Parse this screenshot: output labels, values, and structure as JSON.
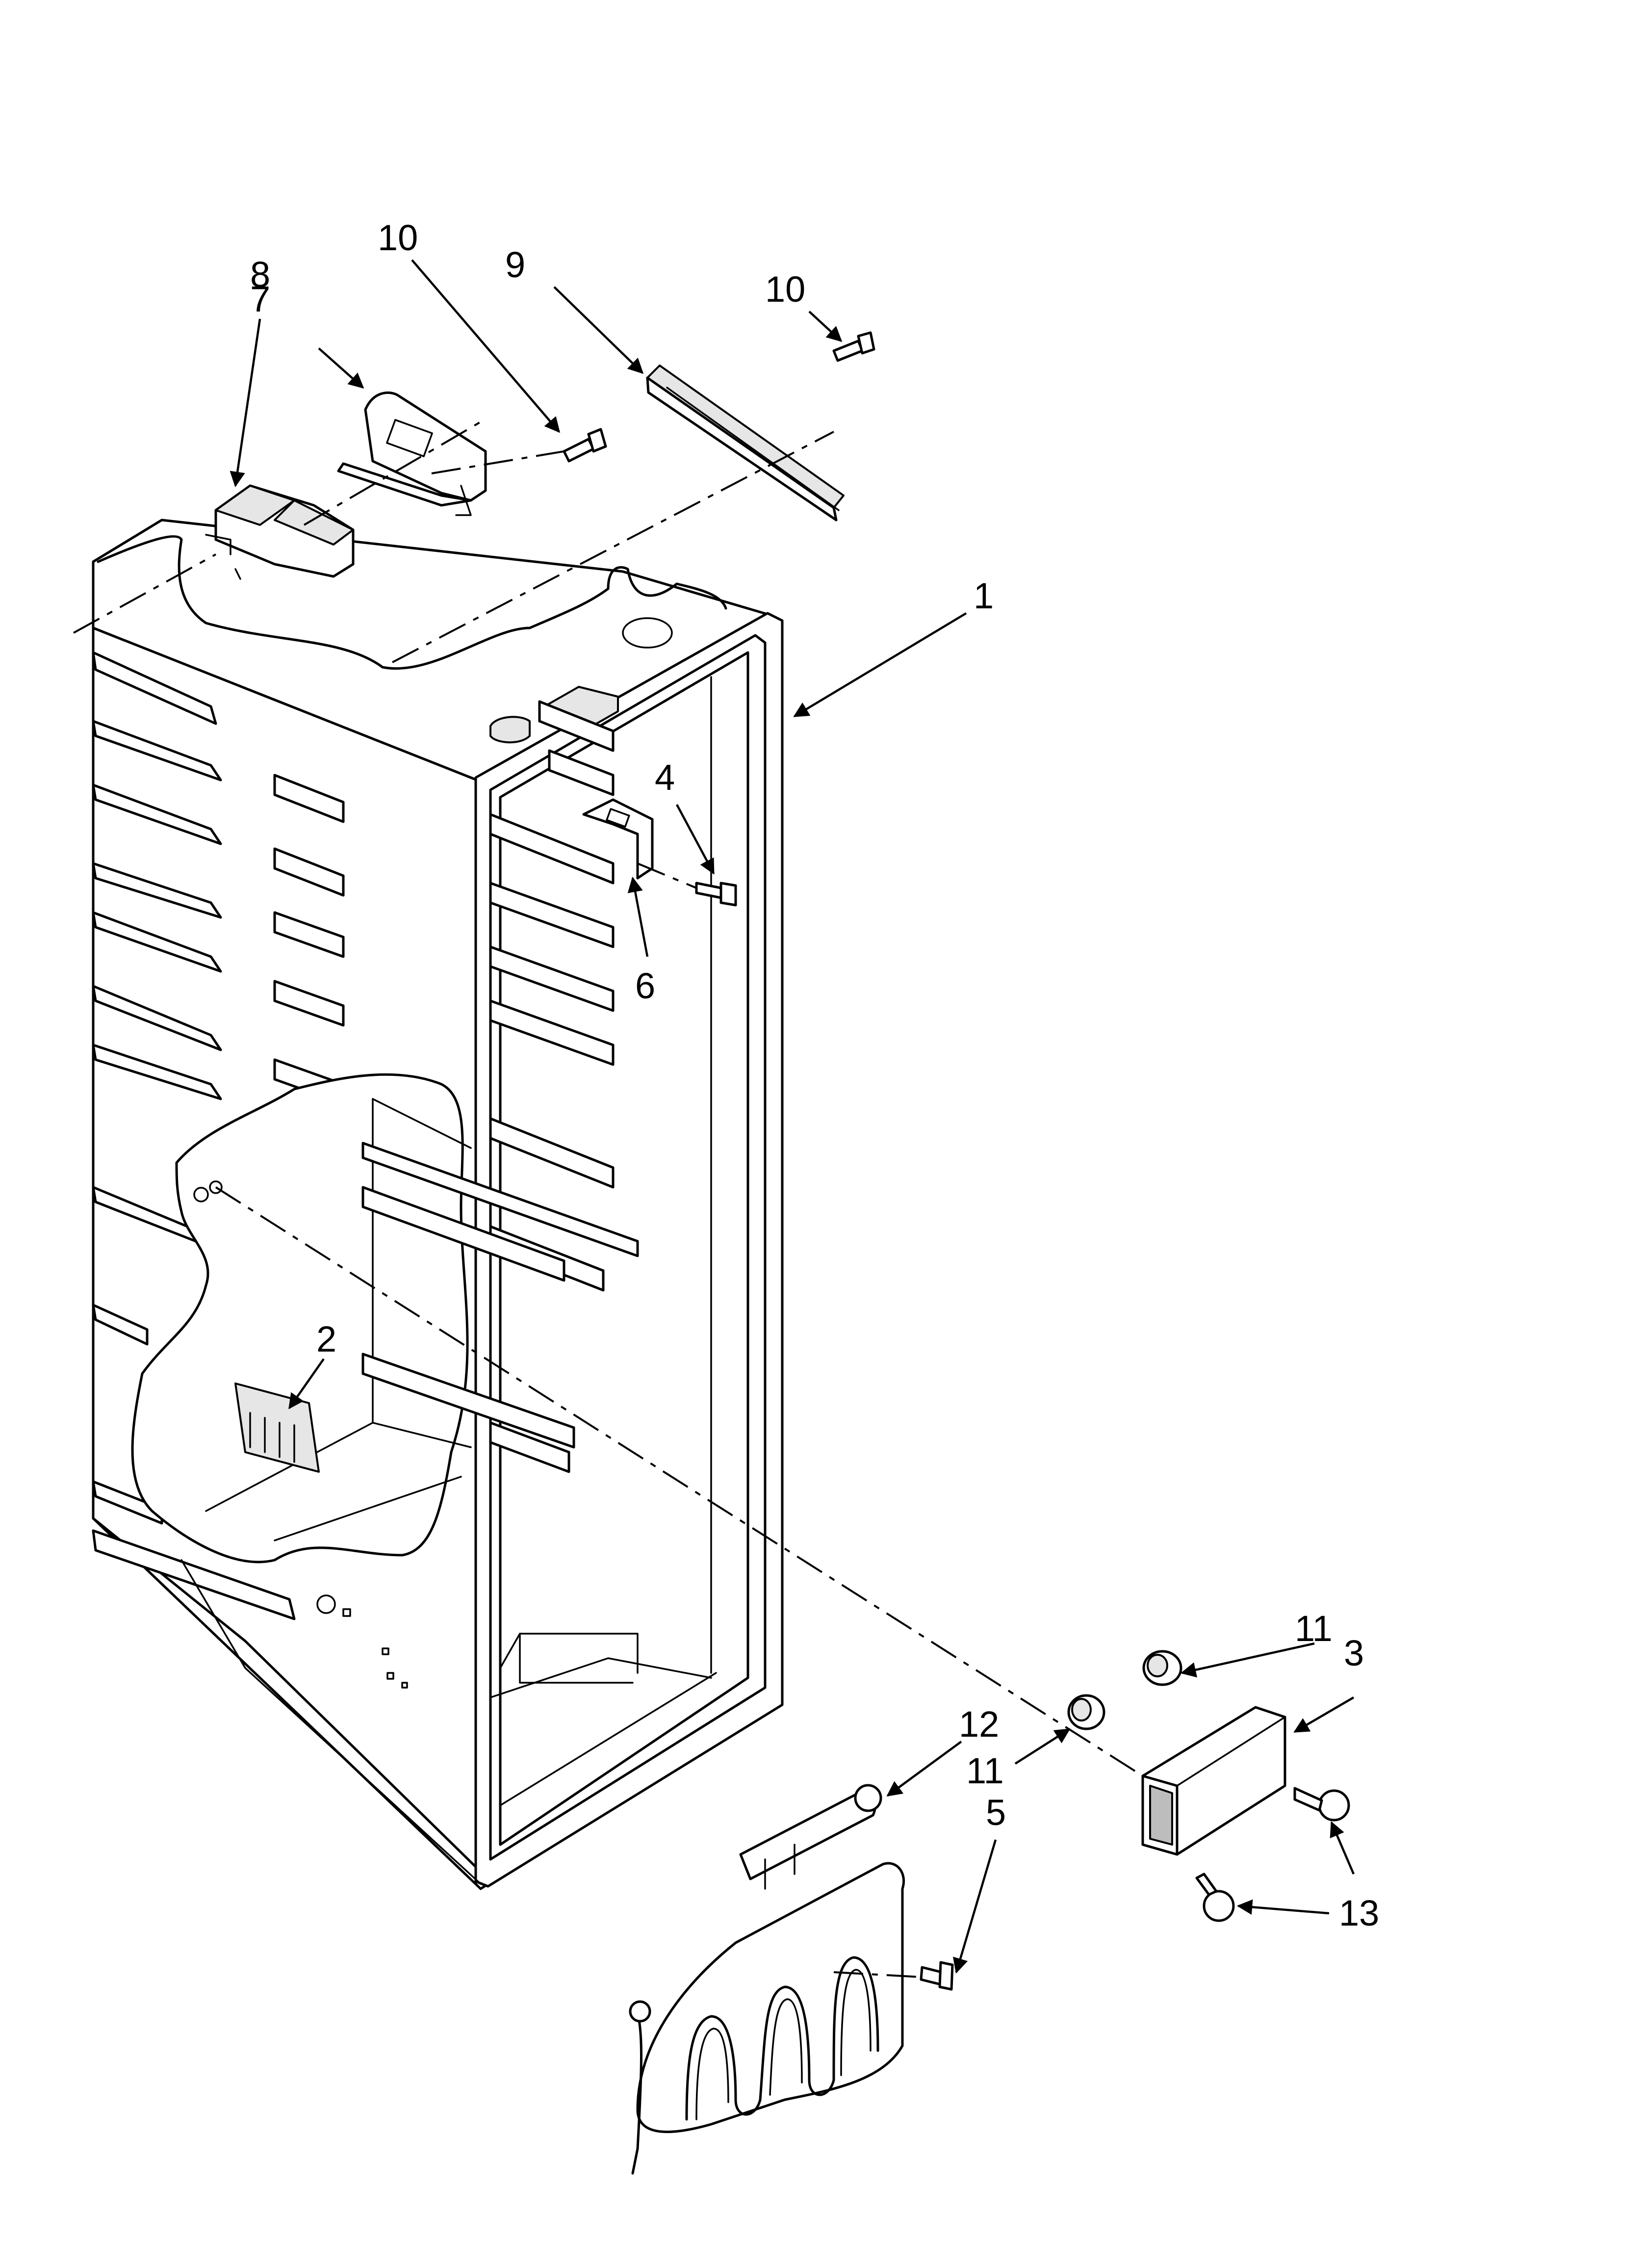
{
  "callouts": [
    {
      "id": "c1",
      "label": "1"
    },
    {
      "id": "c2",
      "label": "2"
    },
    {
      "id": "c3",
      "label": "3"
    },
    {
      "id": "c4",
      "label": "4"
    },
    {
      "id": "c5",
      "label": "5"
    },
    {
      "id": "c6",
      "label": "6"
    },
    {
      "id": "c7",
      "label": "7"
    },
    {
      "id": "c8",
      "label": "8"
    },
    {
      "id": "c9",
      "label": "9"
    },
    {
      "id": "c10a",
      "label": "10"
    },
    {
      "id": "c10b",
      "label": "10"
    },
    {
      "id": "c11a",
      "label": "11"
    },
    {
      "id": "c11b",
      "label": "11"
    },
    {
      "id": "c12",
      "label": "12"
    },
    {
      "id": "c13",
      "label": "13"
    }
  ]
}
